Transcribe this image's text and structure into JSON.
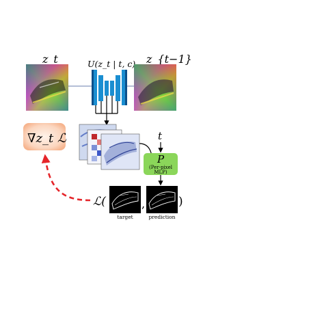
{
  "figure": {
    "labels": {
      "z_t": "z_t",
      "unet": "U(z_t | t, c)",
      "z_t_minus_1": "z_{t−1}",
      "grad": "∇z_t ℒ",
      "t": "t",
      "mlp_symbol": "P",
      "mlp_desc_line1": "(Per-pixel",
      "mlp_desc_line2": "MLP)",
      "loss_open": "ℒ(",
      "comma": ",",
      "loss_close": ")",
      "target": "target",
      "prediction": "prediction"
    },
    "colors": {
      "unet_blue": "#1a8ed1",
      "unet_dark": "#0b4f8a",
      "mlp_green": "#8bd65a",
      "grad_fill": "#fbe3d3",
      "grad_glow": "#f6b48e",
      "dashed_arrow": "#e5252a",
      "edge_map_bg": "#000000"
    }
  }
}
